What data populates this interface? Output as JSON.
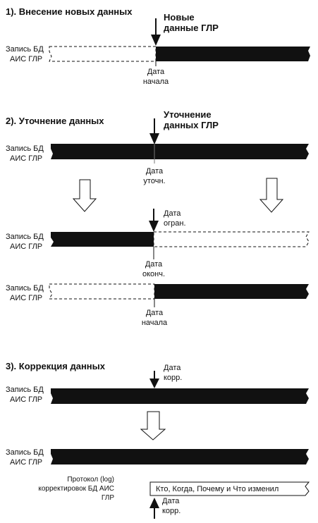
{
  "colors": {
    "ink": "#111111",
    "paper": "#ffffff"
  },
  "section1": {
    "title": "1). Внесение новых данных",
    "new_data_label": [
      "Новые",
      "данные ГЛР"
    ],
    "record_label": [
      "Запись БД",
      "АИС ГЛР"
    ],
    "start_date_label": [
      "Дата",
      "начала"
    ]
  },
  "section2": {
    "title": "2). Уточнение данных",
    "refine_label": [
      "Уточнение",
      "данных ГЛР"
    ],
    "record_label": [
      "Запись БД",
      "АИС ГЛР"
    ],
    "refine_date_label": [
      "Дата",
      "уточн."
    ],
    "limit_date_label": [
      "Дата",
      "огран."
    ],
    "record_label_2": [
      "Запись БД",
      "АИС ГЛР"
    ],
    "end_date_label": [
      "Дата",
      "оконч."
    ],
    "record_label_3": [
      "Запись БД",
      "АИС ГЛР"
    ],
    "start_date_label": [
      "Дата",
      "начала"
    ]
  },
  "section3": {
    "title": "3). Коррекция данных",
    "corr_date_label": [
      "Дата",
      "корр."
    ],
    "record_label": [
      "Запись БД",
      "АИС ГЛР"
    ],
    "record_label_2": [
      "Запись БД",
      "АИС ГЛР"
    ],
    "log_label": [
      "Протокол (log)",
      "корректировок БД АИС",
      "ГЛР"
    ],
    "log_entry": "Кто, Когда, Почему и  Что изменил",
    "corr_date_label_2": [
      "Дата",
      "корр."
    ]
  }
}
